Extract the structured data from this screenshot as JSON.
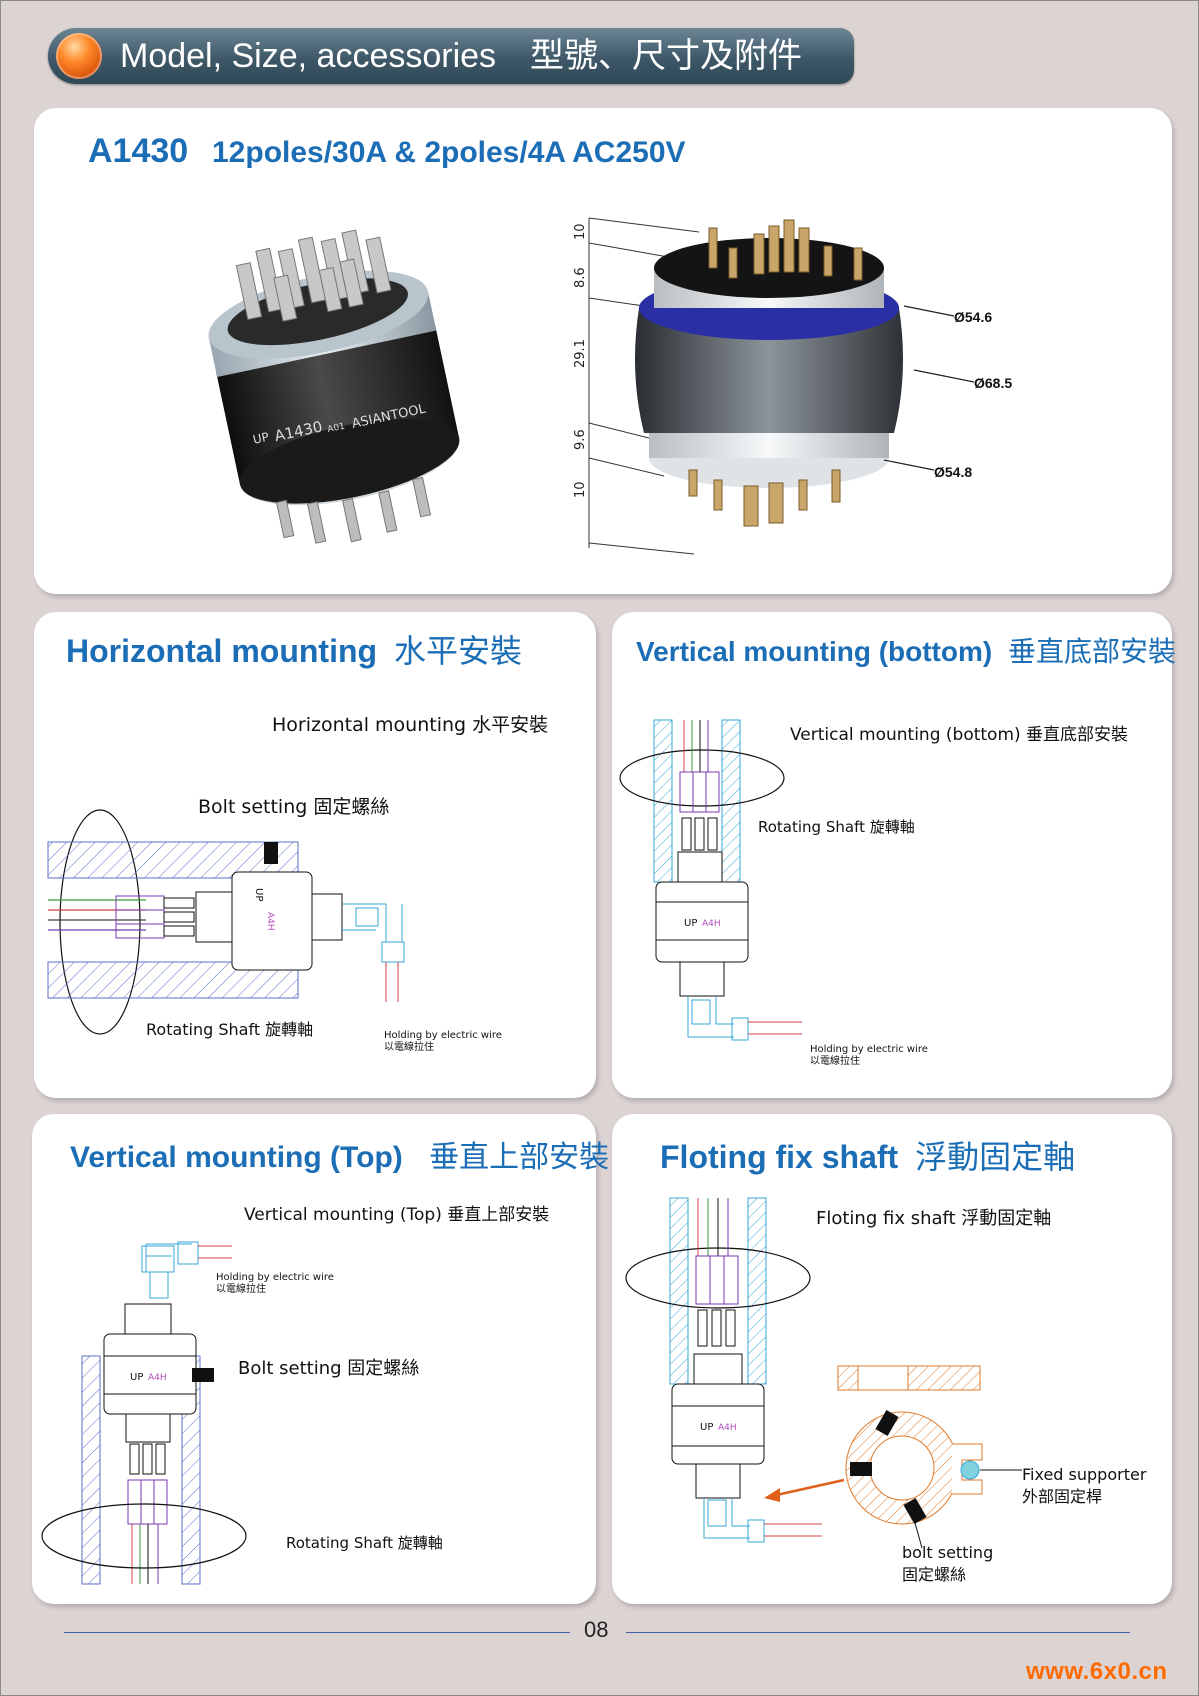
{
  "header": {
    "title": "Model, Size, accessories　型號、尺寸及附件"
  },
  "product": {
    "model": "A1430",
    "spec": "12poles/30A & 2poles/4A AC250V",
    "photo_marking": {
      "up": "UP",
      "model": "A1430",
      "code": "A01",
      "brand": "ASIANTOOL"
    },
    "dimensions": {
      "d1": "Ø54.6",
      "d2": "Ø68.5",
      "d3": "Ø54.8",
      "h1": "10",
      "h2": "8.6",
      "h3": "29.1",
      "h4": "9.6",
      "h5": "10"
    }
  },
  "horizontal": {
    "heading": "Horizontal mounting",
    "heading_cn": "水平安裝",
    "caption": "Horizontal mounting  水平安裝",
    "bolt": "Bolt setting  固定螺絲",
    "shaft": "Rotating Shaft  旋轉軸",
    "wire_1": "Holding by electric wire",
    "wire_2": "以電線拉住",
    "marking_up": "UP",
    "marking_model": "A4H"
  },
  "vertical_bottom": {
    "heading": "Vertical mounting (bottom)",
    "heading_cn": "垂直底部安裝",
    "caption": "Vertical mounting (bottom)  垂直底部安裝",
    "shaft": "Rotating Shaft  旋轉軸",
    "wire_1": "Holding by electric wire",
    "wire_2": "以電線拉住",
    "marking_up": "UP",
    "marking_model": "A4H"
  },
  "vertical_top": {
    "heading": "Vertical mounting (Top)",
    "heading_cn": "垂直上部安裝",
    "caption": "Vertical mounting (Top)  垂直上部安裝",
    "bolt": "Bolt setting  固定螺絲",
    "shaft": "Rotating Shaft  旋轉軸",
    "wire_1": "Holding by electric wire",
    "wire_2": "以電線拉住",
    "marking_up": "UP",
    "marking_model": "A4H"
  },
  "floating": {
    "heading": "Floting fix shaft",
    "heading_cn": "浮動固定軸",
    "caption": "Floting fix shaft 浮動固定軸",
    "supporter_1": "Fixed supporter",
    "supporter_2": "外部固定桿",
    "bolt_1": "bolt setting",
    "bolt_2": "固定螺絲",
    "marking_up": "UP",
    "marking_model": "A4H"
  },
  "footer": {
    "page": "08",
    "brand": "www.6x0.cn"
  },
  "colors": {
    "heading_blue": "#1b6db5",
    "accent_orange": "#ff6a00",
    "cyan_line": "#3aa7d8",
    "hatch_blue": "#5a6fc8",
    "marking_purple": "#b04ab8"
  }
}
